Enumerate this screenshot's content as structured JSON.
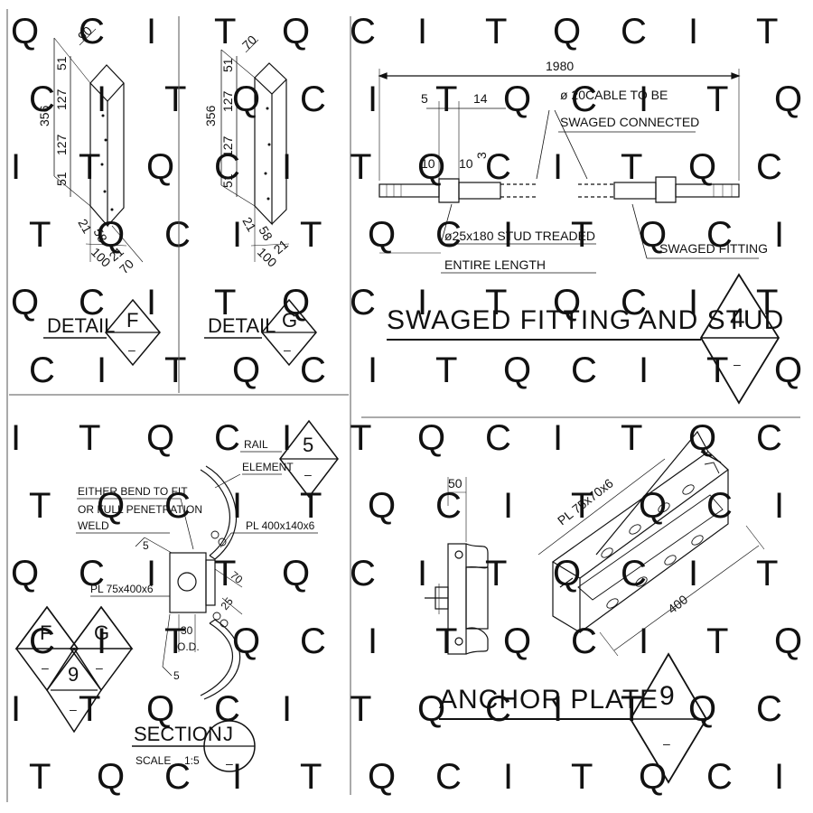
{
  "colors": {
    "ink": "#111111",
    "watermark": "#e9ebf3",
    "frame": "#555555"
  },
  "watermark_letters": [
    "Q",
    "C",
    "I",
    "T"
  ],
  "detail_f": {
    "label": "DETAIL",
    "tag": "F",
    "sub": "–",
    "top": "90",
    "total": "356",
    "segments": [
      "51",
      "127",
      "127",
      "51"
    ],
    "bottom": [
      "21",
      "58",
      "100",
      "21",
      "70"
    ]
  },
  "detail_g": {
    "label": "DETAIL",
    "tag": "G",
    "sub": "–",
    "top": "70",
    "total": "356",
    "segments": [
      "51",
      "127",
      "127",
      "51"
    ],
    "bottom": [
      "21",
      "58",
      "100",
      "21"
    ]
  },
  "swaged": {
    "title": "SWAGED FITTING AND STUD",
    "tag": "4",
    "sub": "–",
    "overall": "1980",
    "d5": "5",
    "d14": "14",
    "d10a": "10",
    "d10b": "10",
    "d3": "3",
    "cable_line1": "ø 20CABLE TO BE",
    "cable_line2": "SWAGED CONNECTED",
    "stud_line1": "ø25x180 STUD TREADED",
    "stud_line2": "ENTIRE LENGTH",
    "fitting": "SWAGED FITTING"
  },
  "section": {
    "title": "SECTION",
    "tag": "J",
    "sub": "–",
    "scale_label": "SCALE",
    "scale_value": "1:5",
    "rail_line1": "RAIL",
    "rail_line2": "ELEMENT",
    "rail_tag": "5",
    "rail_sub": "–",
    "bend_line1": "EITHER BEND TO FIT",
    "bend_line2": "OR FULL PENETRATION",
    "bend_line3": "WELD",
    "pl_top": "PL 400x140x6",
    "pl_left": "PL 75x400x6",
    "weld_top": "5",
    "weld_bot": "5",
    "d70": "70",
    "d25": "25",
    "hole_line1": "30",
    "hole_line2": "O.D.",
    "key_f": "F",
    "key_g": "G",
    "key_9": "9",
    "key_sub": "–"
  },
  "anchor": {
    "title": "ANCHOR PLATE",
    "tag": "9",
    "sub": "–",
    "d50": "50",
    "pl": "PL 75x70x6",
    "d400": "400"
  }
}
